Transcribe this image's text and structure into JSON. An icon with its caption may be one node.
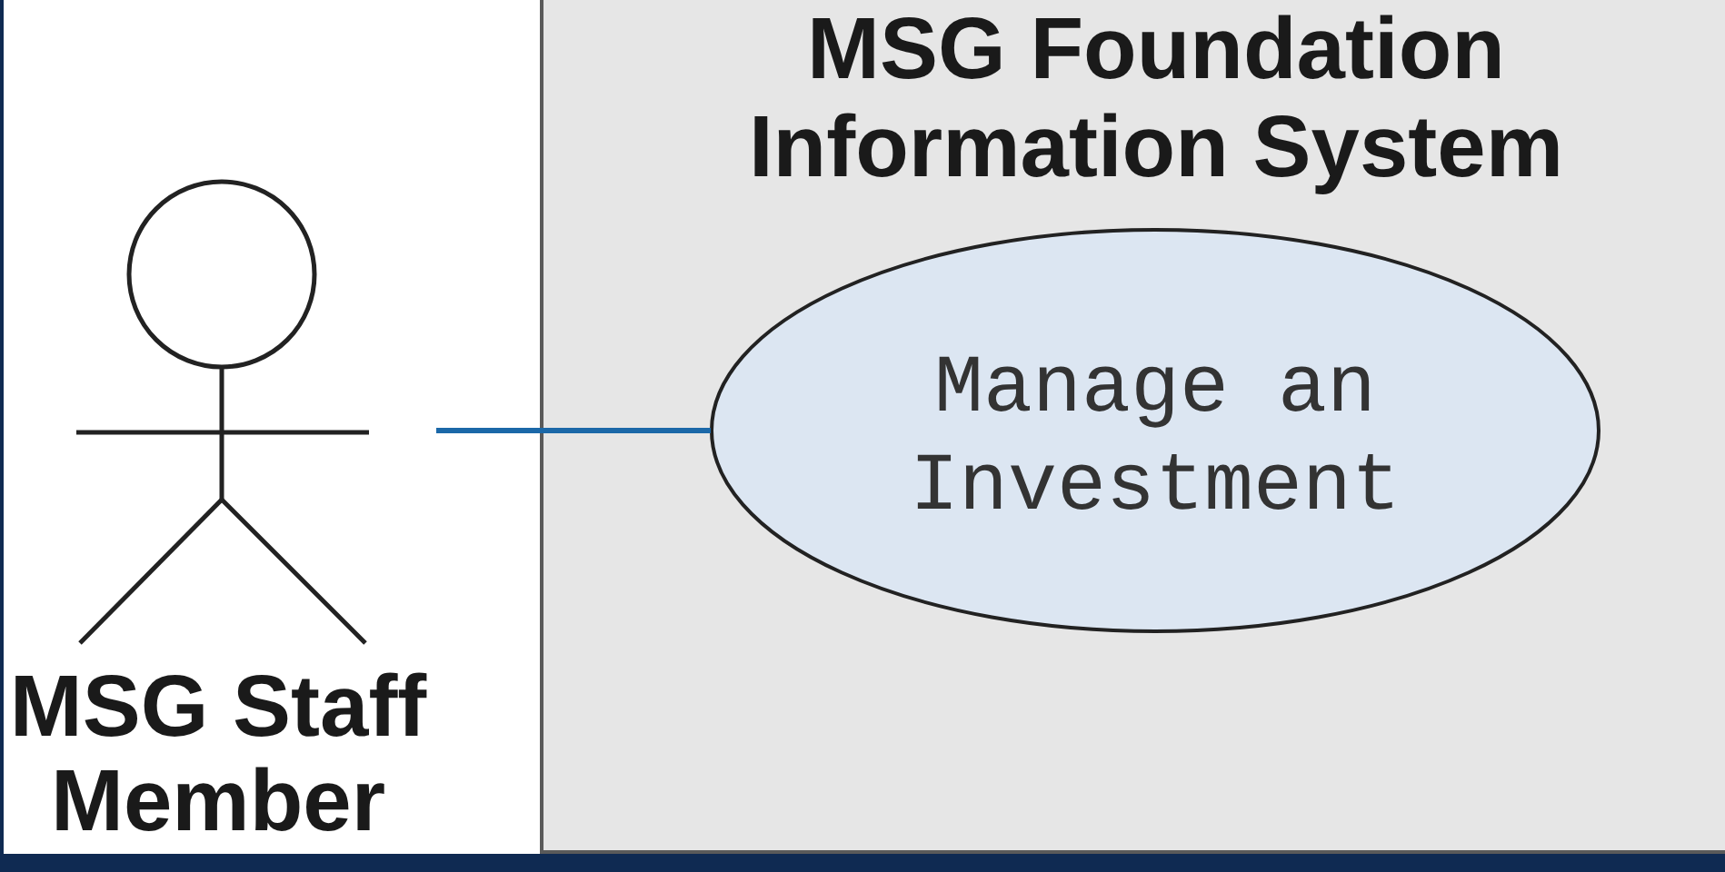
{
  "diagram": {
    "nodes": [
      {
        "text": [
          "MSG Staff Member"
        ]
      },
      {
        "text": [
          "MSG Foundation Information System"
        ]
      },
      {
        "text": [
          "Manage an Investment"
        ],
        "in": 1
      }
    ],
    "edges": [
      {
        "from": 0,
        "to": 2,
        "arrow": "none",
        "color": "#1b68a8"
      }
    ]
  }
}
